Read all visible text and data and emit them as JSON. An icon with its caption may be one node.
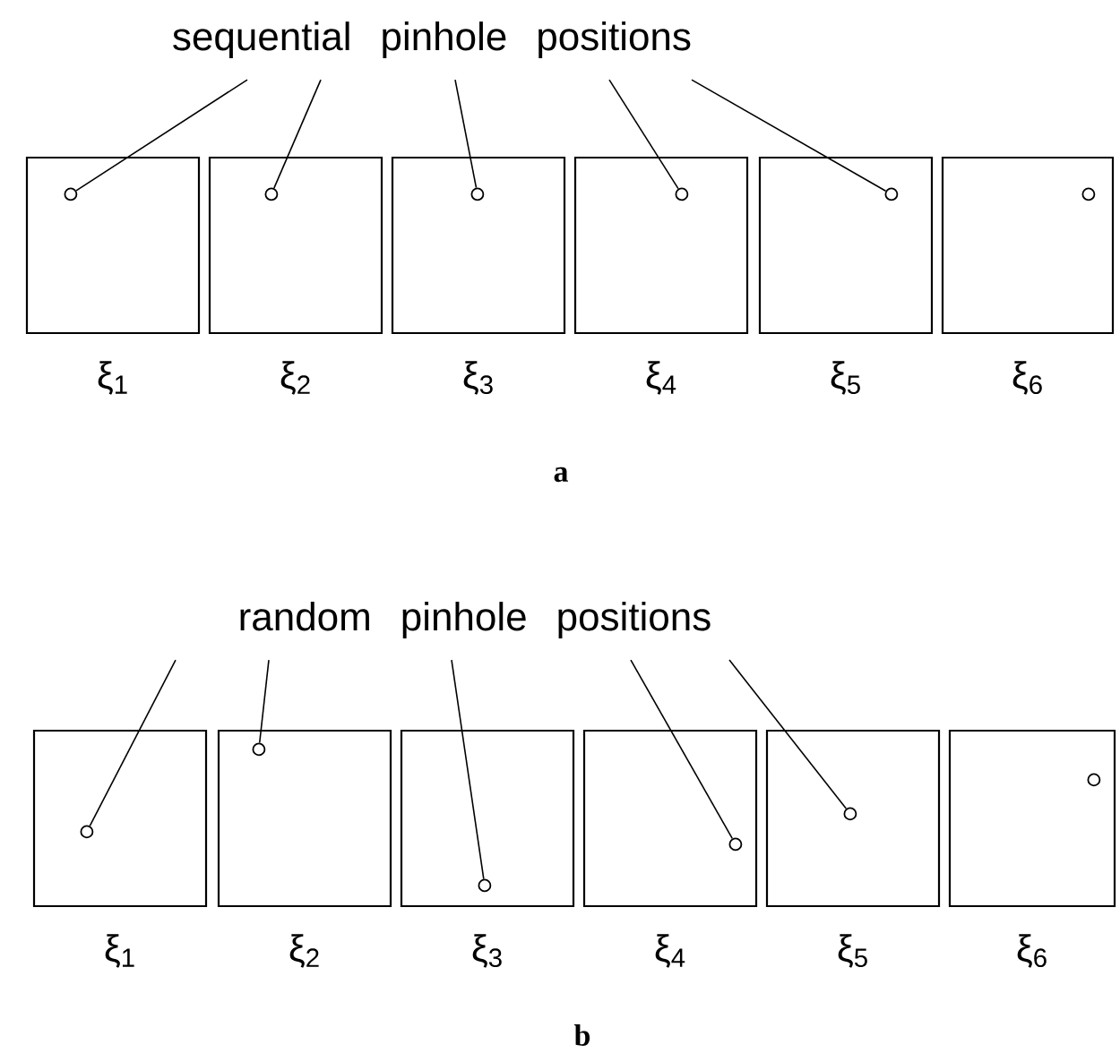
{
  "diagram": {
    "nodes": [
      {
        "text": [
          "sequential pinhole positions"
        ]
      },
      {
        "text": [],
        "shape": "box",
        "beside": [
          "ξ$_{1}$"
        ]
      },
      {
        "text": [],
        "shape": "circle",
        "in": 1
      },
      {
        "text": [],
        "shape": "box",
        "beside": [
          "ξ$_{2}$"
        ]
      },
      {
        "text": [],
        "shape": "circle",
        "in": 3
      },
      {
        "text": [],
        "shape": "box",
        "beside": [
          "ξ$_{3}$"
        ]
      },
      {
        "text": [],
        "shape": "circle",
        "in": 5
      },
      {
        "text": [],
        "shape": "box",
        "beside": [
          "ξ$_{4}$"
        ]
      },
      {
        "text": [],
        "shape": "circle",
        "in": 7
      },
      {
        "text": [],
        "shape": "box",
        "beside": [
          "ξ$_{5}$"
        ]
      },
      {
        "text": [],
        "shape": "circle",
        "in": 9
      },
      {
        "text": [],
        "shape": "box",
        "beside": [
          "ξ$_{6}$"
        ]
      },
      {
        "text": [],
        "shape": "circle",
        "in": 11
      },
      {
        "text": [
          "random pinhole positions"
        ]
      },
      {
        "text": [],
        "shape": "box",
        "beside": [
          "ξ$_{1}$"
        ]
      },
      {
        "text": [],
        "shape": "circle",
        "in": 14
      },
      {
        "text": [],
        "shape": "box",
        "beside": [
          "ξ$_{2}$"
        ]
      },
      {
        "text": [],
        "shape": "circle",
        "in": 16
      },
      {
        "text": [],
        "shape": "box",
        "beside": [
          "ξ$_{3}$"
        ]
      },
      {
        "text": [],
        "shape": "circle",
        "in": 18
      },
      {
        "text": [],
        "shape": "box",
        "beside": [
          "ξ$_{4}$"
        ]
      },
      {
        "text": [],
        "shape": "circle",
        "in": 20
      },
      {
        "text": [],
        "shape": "box",
        "beside": [
          "ξ$_{5}$"
        ]
      },
      {
        "text": [],
        "shape": "circle",
        "in": 22
      },
      {
        "text": [],
        "shape": "box",
        "beside": [
          "ξ$_{6}$"
        ]
      },
      {
        "text": [],
        "shape": "circle",
        "in": 24
      }
    ],
    "edges": [
      {
        "from": 0,
        "to": 2,
        "arrow": "none"
      },
      {
        "from": 0,
        "to": 4,
        "arrow": "none"
      },
      {
        "from": 0,
        "to": 6,
        "arrow": "none"
      },
      {
        "from": 0,
        "to": 8,
        "arrow": "none"
      },
      {
        "from": 0,
        "to": 10,
        "arrow": "none"
      },
      {
        "from": 13,
        "to": 15,
        "arrow": "none"
      },
      {
        "from": 13,
        "to": 17,
        "arrow": "none"
      },
      {
        "from": 13,
        "to": 19,
        "arrow": "none"
      },
      {
        "from": 13,
        "to": 21,
        "arrow": "none"
      },
      {
        "from": 13,
        "to": 23,
        "arrow": "none"
      }
    ],
    "labels": [
      "a",
      "b"
    ]
  }
}
